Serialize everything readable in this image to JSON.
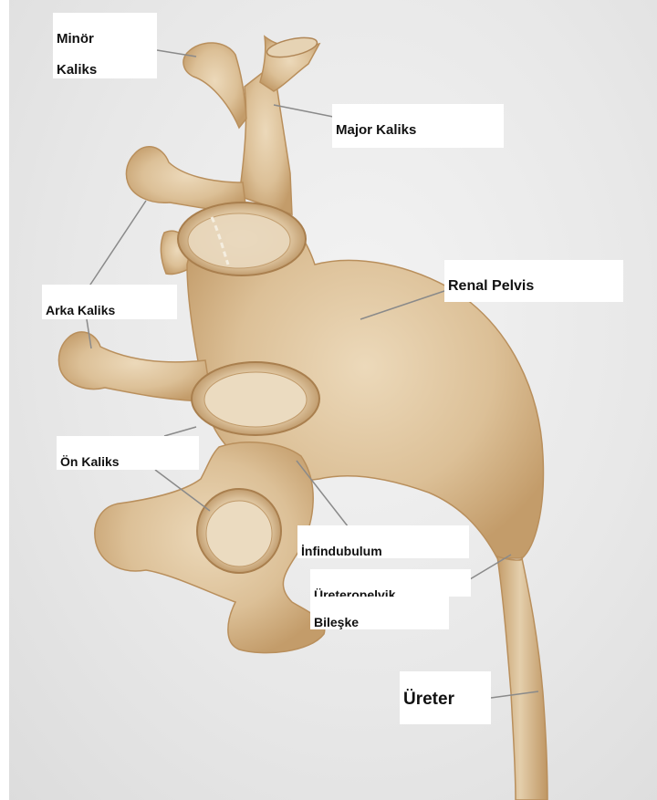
{
  "labels": {
    "minor_kaliks": {
      "line1": "Minör",
      "line2": "Kaliks"
    },
    "major_kaliks": "Major Kaliks",
    "renal_pelvis": "Renal Pelvis",
    "arka_kaliks": "Arka Kaliks",
    "on_kaliks": "Ön Kaliks",
    "infundibulum": "İnfindubulum",
    "ureteropelvik": {
      "line1": "Üreteropelvik",
      "line2": "Bileşke"
    },
    "ureter": "Üreter"
  },
  "colors": {
    "background": "#e8e8e8",
    "organ_light": "#e9d4b3",
    "organ_mid": "#d9bb91",
    "organ_dark": "#b98f5c",
    "leader_line": "#8a8a8a"
  }
}
